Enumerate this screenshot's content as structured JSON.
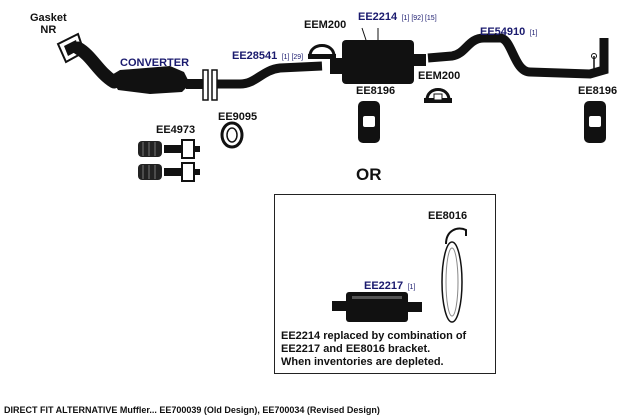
{
  "labels": {
    "gasket": [
      "Gasket",
      "NR"
    ],
    "converter": "CONVERTER",
    "or": "OR"
  },
  "parts": {
    "ee28541": {
      "num": "EE28541",
      "refs": "[1] [29]"
    },
    "eem200_left": {
      "num": "EEM200"
    },
    "ee2214": {
      "num": "EE2214",
      "refs": "[1] [92] [15]"
    },
    "ee54910": {
      "num": "EE54910",
      "refs": "[1]"
    },
    "eem200_right": {
      "num": "EEM200"
    },
    "ee8196_left": {
      "num": "EE8196"
    },
    "ee8196_right": {
      "num": "EE8196"
    },
    "ee9095": {
      "num": "EE9095"
    },
    "ee4973": {
      "num": "EE4973"
    },
    "ee8016": {
      "num": "EE8016"
    },
    "ee2217": {
      "num": "EE2217",
      "refs": "[1]"
    }
  },
  "note_lines": [
    "EE2214 replaced by combination of",
    "EE2217 and EE8016 bracket.",
    "When inventories are depleted."
  ],
  "footer": "DIRECT FIT ALTERNATIVE Muffler... EE700039 (Old Design), EE700034 (Revised Design)",
  "colors": {
    "part_text": "#1a1a6e",
    "pipe": "#111111"
  }
}
